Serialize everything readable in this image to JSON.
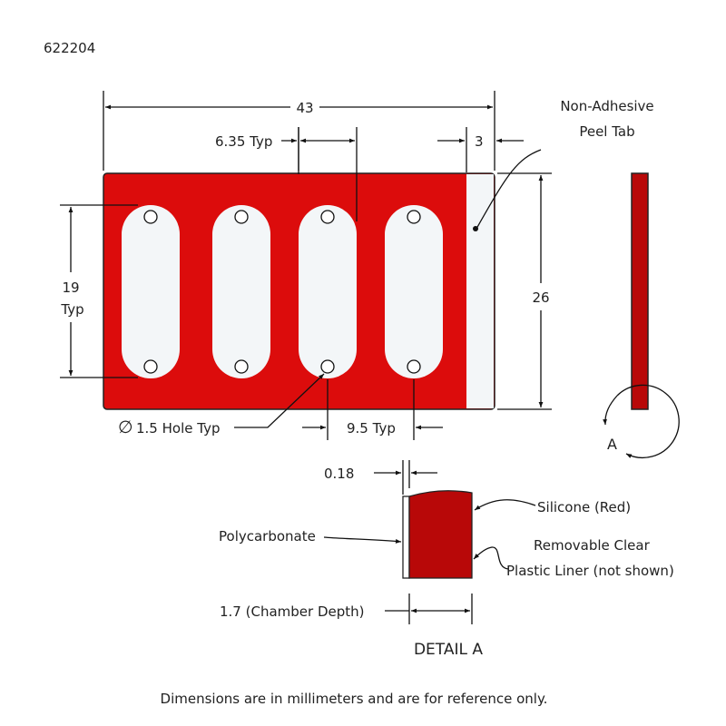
{
  "part_number": "622204",
  "dimensions": {
    "overall_width": "43",
    "well_width": "6.35 Typ",
    "tab_width": "3",
    "overall_height": "26",
    "well_length_line1": "19",
    "well_length_line2": "Typ",
    "hole": "1.5 Hole Typ",
    "hole_symbol": "∅",
    "pitch": "9.5 Typ",
    "polycarbonate_thickness": "0.18",
    "chamber_depth": "1.7 (Chamber Depth)"
  },
  "labels": {
    "peel_tab_line1": "Non-Adhesive",
    "peel_tab_line2": "Peel Tab",
    "detail_marker": "A",
    "silicone": "Silicone (Red)",
    "liner_line1": "Removable Clear",
    "liner_line2": "Plastic Liner (not shown)",
    "polycarbonate": "Polycarbonate",
    "detail_title": "DETAIL A"
  },
  "footer_note": "Dimensions are in millimeters and are for reference only.",
  "colors": {
    "silicone": "#dc0c0c",
    "silicone_dark": "#b80808",
    "clear": "#f3f6f8"
  }
}
